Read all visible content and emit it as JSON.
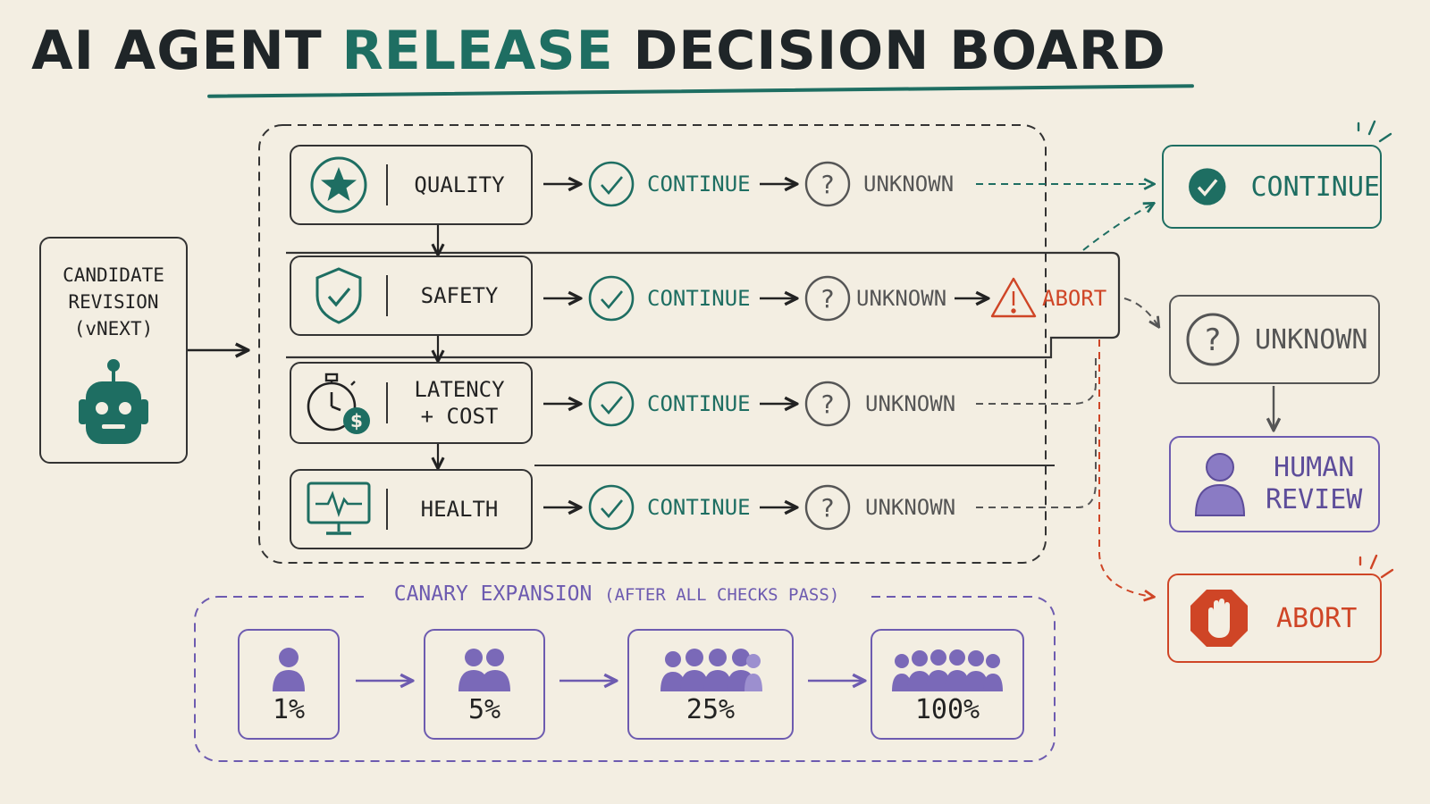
{
  "title": {
    "prefix": "AI AGENT ",
    "highlight": "RELEASE",
    "suffix": " DECISION BOARD"
  },
  "candidate": {
    "line1": "CANDIDATE",
    "line2": "REVISION",
    "line3": "(vNEXT)",
    "icon": "robot-icon"
  },
  "gates": [
    {
      "label": "QUALITY",
      "icon": "star-icon"
    },
    {
      "label": "SAFETY",
      "icon": "shield-check-icon"
    },
    {
      "label_line1": "LATENCY",
      "label_line2": "+ COST",
      "icon": "stopwatch-dollar-icon"
    },
    {
      "label": "HEALTH",
      "icon": "monitor-pulse-icon"
    }
  ],
  "status": {
    "continue": "CONTINUE",
    "unknown": "UNKNOWN",
    "abort": "ABORT"
  },
  "outcomes": {
    "continue": "CONTINUE",
    "unknown": "UNKNOWN",
    "human_review_1": "HUMAN",
    "human_review_2": "REVIEW",
    "abort": "ABORT"
  },
  "canary": {
    "title": "CANARY EXPANSION",
    "subtitle": "(AFTER ALL CHECKS PASS)",
    "stages": [
      "1%",
      "5%",
      "25%",
      "100%"
    ]
  },
  "colors": {
    "green": "#1e6e62",
    "gray": "#555555",
    "red": "#cf4526",
    "purple": "#6d5bb0",
    "background": "#f3eee2"
  }
}
